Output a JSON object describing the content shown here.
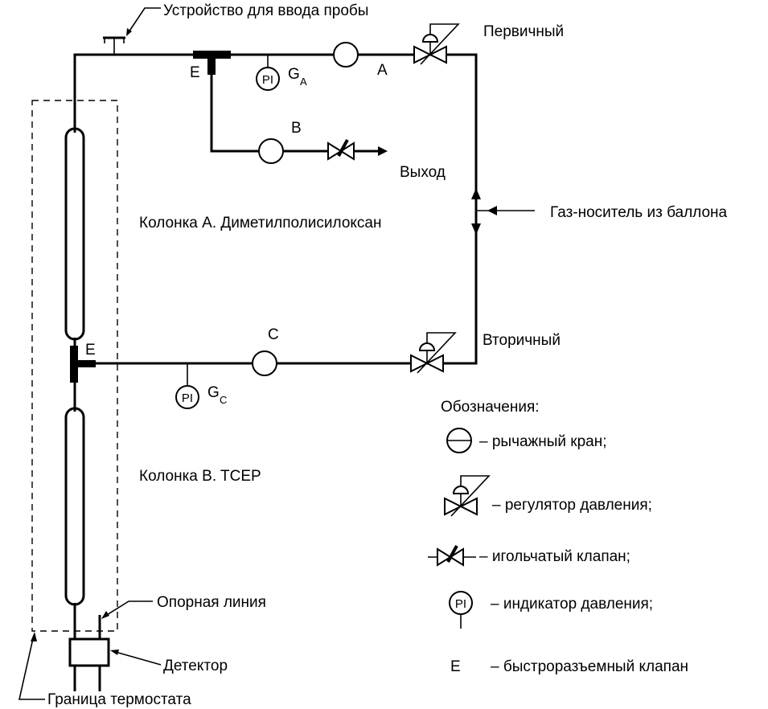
{
  "labels": {
    "sample_injector": "Устройство для ввода пробы",
    "primary": "Первичный",
    "secondary": "Вторичный",
    "quick_connect_top": "E",
    "quick_connect_mid": "E",
    "gauge_a": "G",
    "gauge_a_sub": "A",
    "gauge_c": "G",
    "gauge_c_sub": "C",
    "pi": "PI",
    "valve_a": "A",
    "valve_b": "B",
    "valve_c": "C",
    "outlet": "Выход",
    "carrier_gas": "Газ-носитель из баллона",
    "column_a": "Колонка А. Диметилполисилоксан",
    "column_b": "Колонка B. TCEP",
    "reference_line": "Опорная линия",
    "detector": "Детектор",
    "oven_boundary": "Граница термостата"
  },
  "legend": {
    "title": "Обозначения:",
    "items": [
      {
        "icon": "lever-valve-icon",
        "label": "– рычажный кран;"
      },
      {
        "icon": "pressure-regulator-icon",
        "label": "– регулятор давления;"
      },
      {
        "icon": "needle-valve-icon",
        "label": "– игольчатый клапан;"
      },
      {
        "icon": "pressure-indicator-icon",
        "label": "– индикатор давления;",
        "symbol": "PI"
      },
      {
        "icon": "quick-connect-icon",
        "label": "– быстроразъемный клапан",
        "symbol": "E"
      }
    ]
  }
}
